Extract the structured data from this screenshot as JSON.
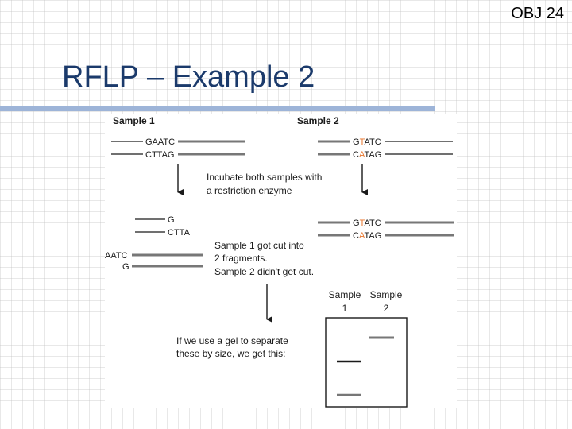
{
  "slide": {
    "obj_label": "OBJ 24",
    "title": "RFLP – Example 2"
  },
  "diagram": {
    "sample1_header": "Sample 1",
    "sample2_header": "Sample 2",
    "sample1_strand_top": "GAATC",
    "sample1_strand_bottom": "CTTAG",
    "sample2_strand_top": {
      "pre": "G",
      "mid": "T",
      "post": "ATC"
    },
    "sample2_strand_bottom": {
      "pre": "C",
      "mid": "A",
      "post": "TAG"
    },
    "incubate_text_line1": "Incubate both samples with",
    "incubate_text_line2": "a restriction enzyme",
    "cut_fragment_top_seq1": "G",
    "cut_fragment_top_seq2": "CTTA",
    "cut_fragment_bottom_seq1": "AATC",
    "cut_fragment_bottom_seq2": "G",
    "result_text_line1": "Sample 1 got cut into",
    "result_text_line2": "2 fragments.",
    "result_text_line3": "Sample 2 didn't get cut.",
    "gel_header_line1": [
      "Sample",
      "Sample"
    ],
    "gel_header_line2": [
      "1",
      "2"
    ],
    "gel_text_line1": "If we use a gel to separate",
    "gel_text_line2": "these by size, we get this:",
    "colors": {
      "highlight": "#e8762d",
      "title": "#1b3a6b",
      "rule": "#9db4d8"
    }
  }
}
